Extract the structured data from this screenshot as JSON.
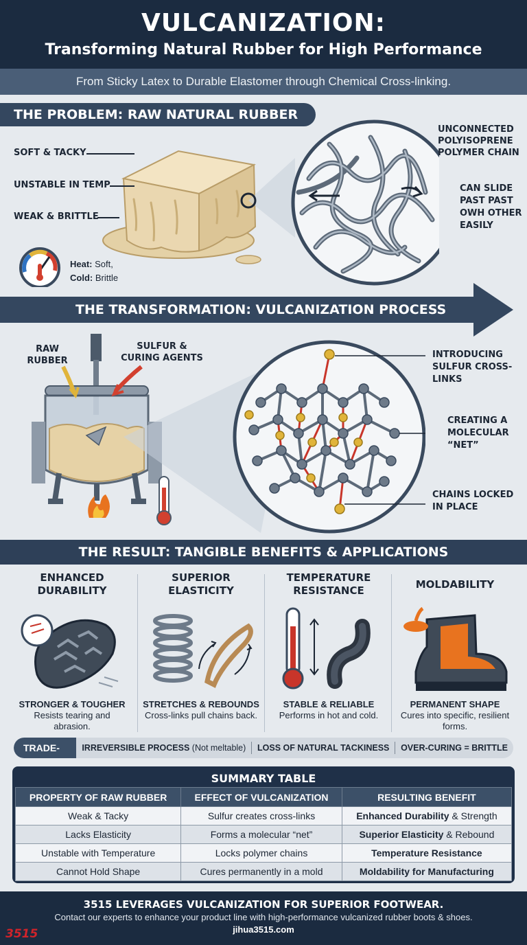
{
  "header": {
    "title": "VULCANIZATION:",
    "subtitle": "Transforming Natural Rubber for High Performance",
    "tagline": "From Sticky Latex to Durable Elastomer through Chemical Cross-linking."
  },
  "problem": {
    "heading": "THE PROBLEM: RAW NATURAL RUBBER",
    "labels": [
      "SOFT & TACKY",
      "UNSTABLE IN TEMP",
      "WEAK & BRITTLE"
    ],
    "gauge_heat": "Heat:",
    "gauge_heat_val": "Soft,",
    "gauge_cold": "Cold:",
    "gauge_cold_val": "Brittle",
    "chain_label": "UNCONNECTED POLYISOPRENE POLYMER CHAIN",
    "slide_label": "CAN SLIDE PAST PAST OWH OTHER EASILY"
  },
  "transformation": {
    "heading": "THE TRANSFORMATION: VULCANIZATION PROCESS",
    "raw_label": "RAW RUBBER",
    "agents_label": "SULFUR & CURING AGENTS",
    "net_labels": [
      "INTRODUCING SULFUR CROSS-LINKS",
      "CREATING A MOLECULAR “NET”",
      "CHAINS LOCKED IN PLACE"
    ]
  },
  "result": {
    "heading": "THE RESULT: TANGIBLE BENEFITS & APPLICATIONS",
    "benefits": [
      {
        "title": "ENHANCED DURABILITY",
        "head": "STRONGER & TOUGHER",
        "desc": "Resists tearing and abrasion."
      },
      {
        "title": "SUPERIOR ELASTICITY",
        "head": "STRETCHES & REBOUNDS",
        "desc": "Cross-links pull chains back."
      },
      {
        "title": "TEMPERATURE RESISTANCE",
        "head": "STABLE & RELIABLE",
        "desc": "Performs in hot and cold."
      },
      {
        "title": "MOLDABILITY",
        "head": "PERMANENT SHAPE",
        "desc": "Cures into specific, resilient forms."
      }
    ]
  },
  "tradeoffs": {
    "tag": "TRADE-OFFS",
    "item1": "IRREVERSIBLE PROCESS",
    "item1_note": "(Not meltable)",
    "item2": "LOSS OF NATURAL TACKINESS",
    "item3": "OVER-CURING = BRITTLE"
  },
  "table": {
    "title": "SUMMARY TABLE",
    "headers": [
      "PROPERTY OF RAW RUBBER",
      "EFFECT OF VULCANIZATION",
      "RESULTING BENEFIT"
    ],
    "rows": [
      {
        "a": "Weak & Tacky",
        "b": "Sulfur creates cross-links",
        "c_bold": "Enhanced Durability",
        "c_rest": " & Strength"
      },
      {
        "a": "Lacks Elasticity",
        "b": "Forms a molecular “net”",
        "c_bold": "Superior Elasticity",
        "c_rest": " & Rebound"
      },
      {
        "a": "Unstable with Temperature",
        "b": "Locks polymer chains",
        "c_bold": "Temperature Resistance",
        "c_rest": ""
      },
      {
        "a": "Cannot Hold Shape",
        "b": "Cures permanently in a mold",
        "c_bold": "Moldability for Manufacturing",
        "c_rest": ""
      }
    ]
  },
  "footer": {
    "line1": "3515 LEVERAGES VULCANIZATION FOR SUPERIOR FOOTWEAR.",
    "line2": "Contact our experts to enhance your product line with high-performance vulcanized rubber boots & shoes.",
    "url": "jihua3515.com",
    "logo": "3515"
  },
  "colors": {
    "navy": "#1b2b40",
    "slate": "#34475f",
    "sulfur": "#e0b43a",
    "crosslink": "#c8352a",
    "rubber": "#e8d5ac"
  }
}
